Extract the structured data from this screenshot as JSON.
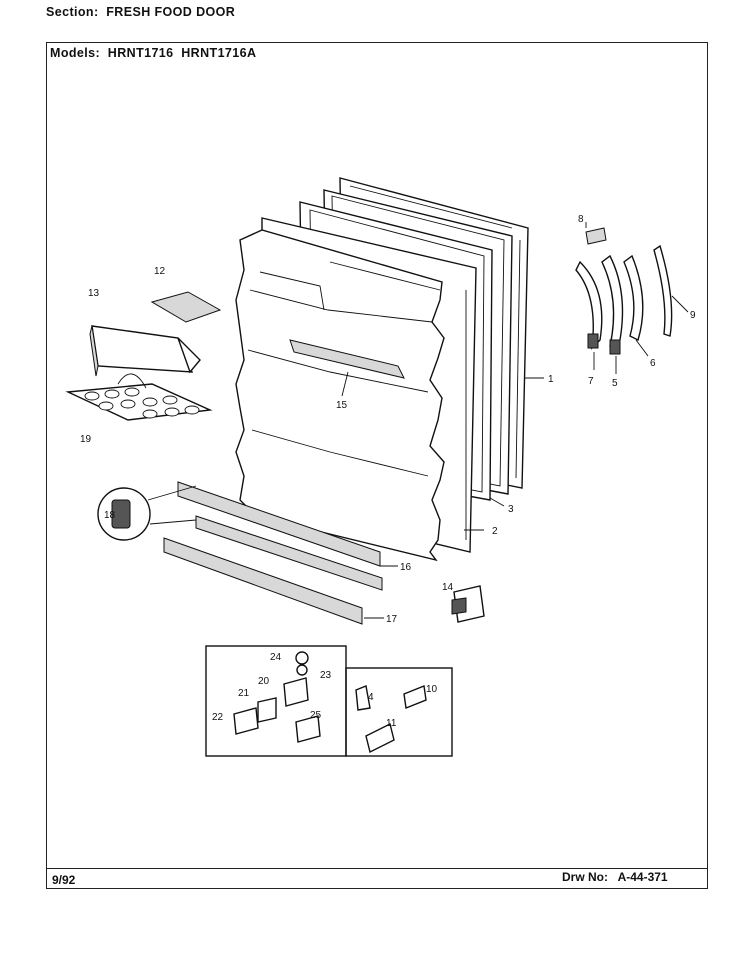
{
  "header": {
    "section_label": "Section:",
    "section_value": "FRESH FOOD DOOR",
    "models_label": "Models:",
    "models_value": "HRNT1716  HRNT1716A"
  },
  "footer": {
    "date": "9/92",
    "drw_label": "Drw No:",
    "drw_value": "A-44-371"
  },
  "callouts": [
    "1",
    "2",
    "3",
    "4",
    "5",
    "6",
    "7",
    "8",
    "9",
    "10",
    "11",
    "12",
    "13",
    "14",
    "15",
    "16",
    "17",
    "18",
    "19",
    "20",
    "21",
    "22",
    "23",
    "24",
    "25"
  ]
}
